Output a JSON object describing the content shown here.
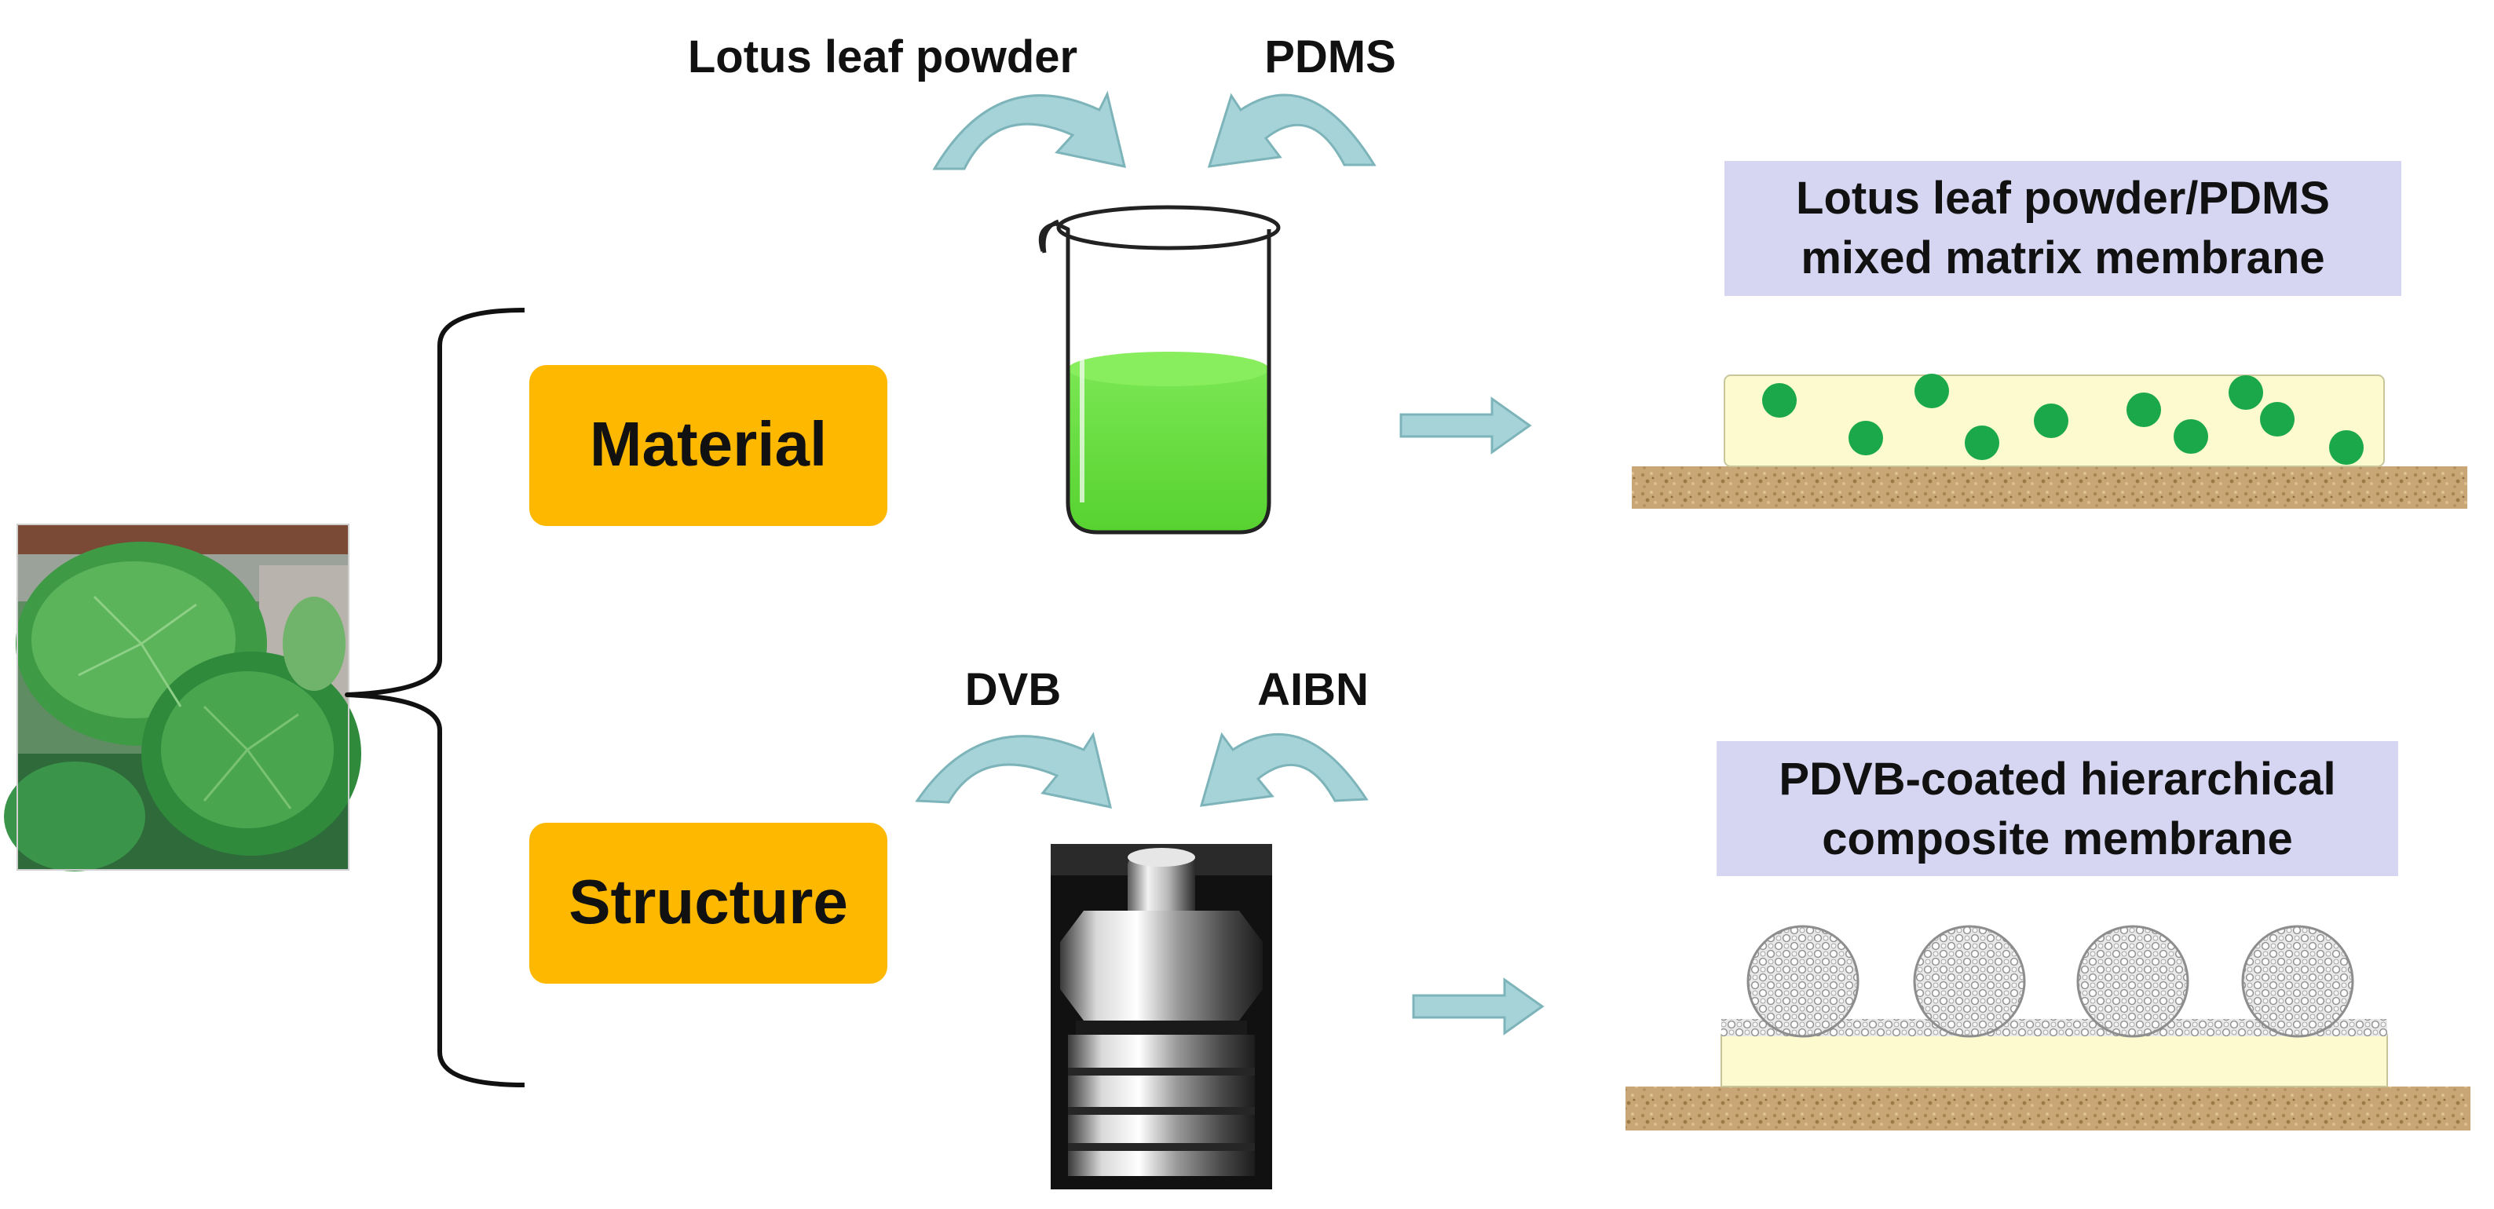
{
  "reagents_top": {
    "left": "Lotus leaf powder",
    "right": "PDMS"
  },
  "reagents_bottom": {
    "left": "DVB",
    "right": "AIBN"
  },
  "categories": {
    "top": "Material",
    "bottom": "Structure"
  },
  "membranes": {
    "top": {
      "line1": "Lotus leaf powder/PDMS",
      "line2": "mixed matrix membrane"
    },
    "bottom": {
      "line1": "PDVB-coated hierarchical",
      "line2": "composite membrane"
    }
  },
  "colors": {
    "category_box": "#ffb800",
    "title_box": "#d6d6f2",
    "arrow": "#a6d3d8",
    "liquid": "#63d83c",
    "particle": "#1aa84a",
    "film": "#fdfad0",
    "substrate": "#c9a676"
  },
  "icons": {
    "photo": "lotus-leaf-photo",
    "beaker": "beaker-icon",
    "autoclave": "autoclave-reactor-icon"
  }
}
